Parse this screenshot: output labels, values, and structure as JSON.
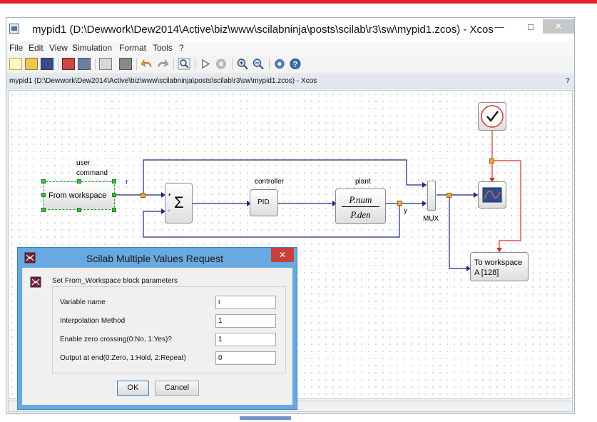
{
  "window": {
    "title": "mypid1 (D:\\Dewwork\\Dew2014\\Active\\biz\\www\\scilabninja\\posts\\scilab\\r3\\sw\\mypid1.zcos) - Xcos",
    "minimize": "—",
    "restore": "□",
    "close": "✕"
  },
  "menu": [
    "File",
    "Edit",
    "View",
    "Simulation",
    "Format",
    "Tools",
    "?"
  ],
  "path_bar": {
    "text": "mypid1 (D:\\Dewwork\\Dew2014\\Active\\biz\\www\\scilabninja\\posts\\scilab\\r3\\sw\\mypid1.zcos) - Xcos",
    "help": "?"
  },
  "diagram": {
    "user_command_label": "user\ncommand",
    "from_workspace_label": "From workspace",
    "r_label": "r",
    "sum_symbol": "Σ",
    "plus": "+",
    "minus": "-",
    "controller_label": "controller",
    "pid_label": "PID",
    "plant_label": "plant",
    "plant_num": "P.num",
    "plant_den": "P.den",
    "y_label": "y",
    "mux_label": "MUX",
    "to_workspace_label": "To workspace\nA [128]"
  },
  "dialog": {
    "title": "Scilab Multiple Values Request",
    "close": "✕",
    "heading": "Set From_Workspace block parameters",
    "fields": [
      {
        "label": "Variable name",
        "value": "r"
      },
      {
        "label": "Interpolation Method",
        "value": "1"
      },
      {
        "label": "Enable zero crossing(0:No, 1:Yes)?",
        "value": "1"
      },
      {
        "label": "Output at end(0:Zero, 1:Hold, 2:Repeat)",
        "value": "0"
      }
    ],
    "ok": "OK",
    "cancel": "Cancel"
  },
  "colors": {
    "accent_red": "#e0262b",
    "link_blue": "#1f2a7a",
    "event_red": "#d0302a",
    "port_orange": "#f2a93a",
    "dialog_frame": "#67a9e0"
  }
}
